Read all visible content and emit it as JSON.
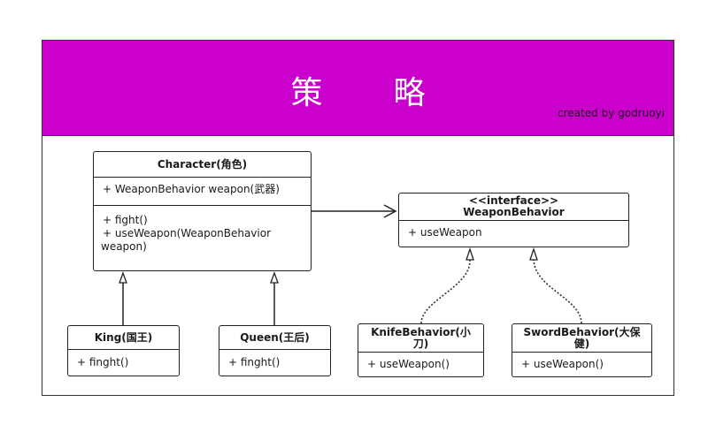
{
  "header": {
    "title_chars": [
      "策",
      "略"
    ],
    "credit": "created by godruoyi",
    "background": "#cc00cc"
  },
  "classes": {
    "character": {
      "name": "Character(角色)",
      "attributes": [
        "+ WeaponBehavior weapon(武器)"
      ],
      "methods": [
        "+ fight()",
        "+ useWeapon(WeaponBehavior",
        "weapon)"
      ]
    },
    "weapon_behavior": {
      "stereotype": "<<interface>>",
      "name": "WeaponBehavior",
      "methods": [
        "+ useWeapon"
      ]
    },
    "king": {
      "name": "King(国王)",
      "methods": [
        "+ finght()"
      ]
    },
    "queen": {
      "name": "Queen(王后)",
      "methods": [
        "+ finght()"
      ]
    },
    "knife": {
      "name": "KnifeBehavior(小",
      "name2": "刀)",
      "methods": [
        "+ useWeapon()"
      ]
    },
    "sword": {
      "name": "SwordBehavior(大保",
      "name2": "健)",
      "methods": [
        "+ useWeapon()"
      ]
    }
  }
}
